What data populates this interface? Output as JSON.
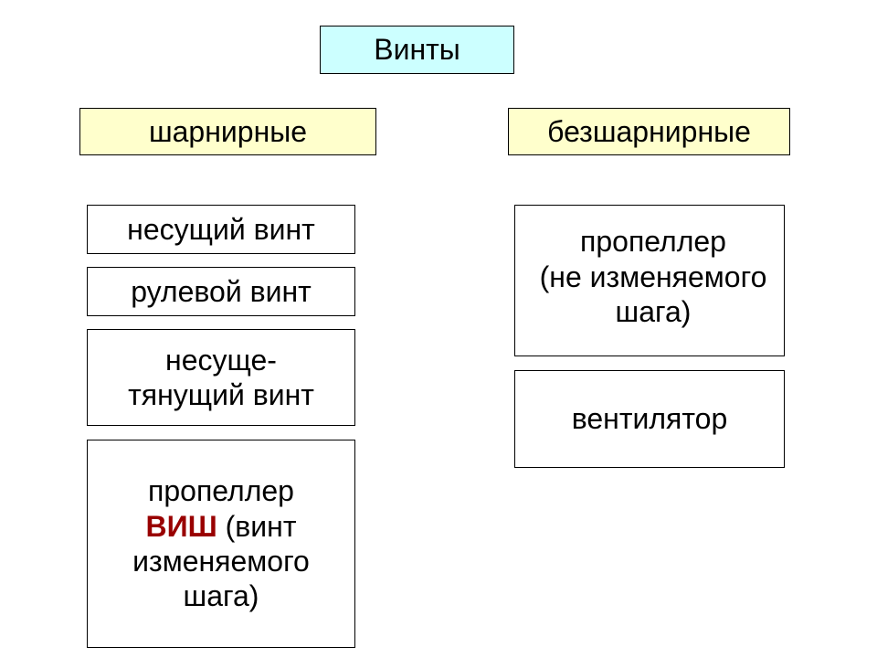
{
  "diagram": {
    "root": {
      "label": "Винты",
      "color": "#ccffff"
    },
    "categories": {
      "hinged": {
        "label": "шарнирные",
        "color": "#ffffcc",
        "items": [
          {
            "lines": [
              "несущий винт"
            ]
          },
          {
            "lines": [
              "рулевой винт"
            ]
          },
          {
            "lines": [
              "несуще-",
              "тянущий винт"
            ]
          },
          {
            "lines": [
              "пропеллер"
            ],
            "accent": "ВИШ",
            "accent_rest": " (винт",
            "lines_after": [
              "изменяемого",
              "шага)"
            ]
          }
        ]
      },
      "hingeless": {
        "label": "безшарнирные",
        "color": "#ffffcc",
        "items": [
          {
            "lines": [
              "пропеллер",
              "(не изменяемого",
              "шага)"
            ]
          },
          {
            "lines": [
              "вентилятор"
            ]
          }
        ]
      }
    },
    "accent_color": "#990000"
  }
}
